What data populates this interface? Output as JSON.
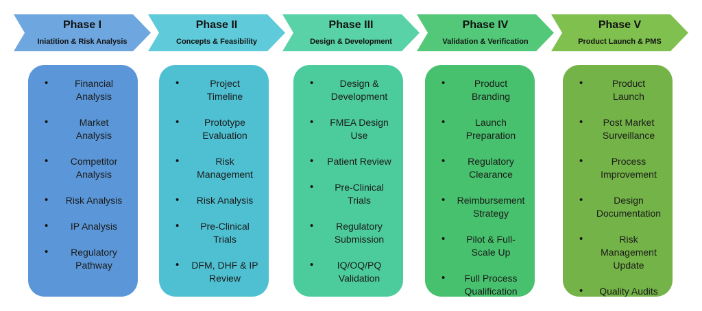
{
  "phases": [
    {
      "title": "Phase I",
      "subtitle": "Iniatition & Risk Analysis",
      "color": "#6ea7e0",
      "box_color": "#5b97d8",
      "items": [
        [
          "Financial",
          "Analysis"
        ],
        [
          "Market",
          "Analysis"
        ],
        [
          "Competitor",
          "Analysis"
        ],
        [
          "Risk Analysis"
        ],
        [
          "IP Analysis"
        ],
        [
          "Regulatory",
          "Pathway"
        ]
      ]
    },
    {
      "title": "Phase II",
      "subtitle": "Concepts & Feasibility",
      "color": "#5fcad9",
      "box_color": "#4fc0d2",
      "items": [
        [
          "Project",
          "Timeline"
        ],
        [
          "Prototype",
          "Evaluation"
        ],
        [
          "Risk",
          "Management"
        ],
        [
          "Risk Analysis"
        ],
        [
          "Pre-Clinical",
          "Trials"
        ],
        [
          "DFM, DHF & IP",
          "Review"
        ]
      ]
    },
    {
      "title": "Phase III",
      "subtitle": "Design & Development",
      "color": "#58d2a6",
      "box_color": "#4ccb9d",
      "items": [
        [
          "Design &",
          "Development"
        ],
        [
          "FMEA Design",
          "Use"
        ],
        [
          "Patient Review"
        ],
        [
          "Pre-Clinical",
          "Trials"
        ],
        [
          "Regulatory",
          "Submission"
        ],
        [
          "IQ/OQ/PQ",
          "Validation"
        ]
      ]
    },
    {
      "title": "Phase IV",
      "subtitle": "Validation & Verification",
      "color": "#52c878",
      "box_color": "#47c16d",
      "items": [
        [
          "Product",
          "Branding"
        ],
        [
          "Launch",
          "Preparation"
        ],
        [
          "Regulatory",
          "Clearance"
        ],
        [
          "Reimbursement",
          "Strategy"
        ],
        [
          "Pilot & Full-",
          "Scale Up"
        ],
        [
          "Full Process",
          "Qualification"
        ]
      ]
    },
    {
      "title": "Phase V",
      "subtitle": "Product Launch & PMS",
      "color": "#7fc04e",
      "box_color": "#74b347",
      "items": [
        [
          "Product",
          "Launch"
        ],
        [
          "Post Market",
          "Surveillance"
        ],
        [
          "Process",
          "Improvement"
        ],
        [
          "Design",
          "Documentation"
        ],
        [
          "Risk",
          "Management",
          "Update"
        ],
        [
          "Quality Audits"
        ]
      ]
    }
  ]
}
